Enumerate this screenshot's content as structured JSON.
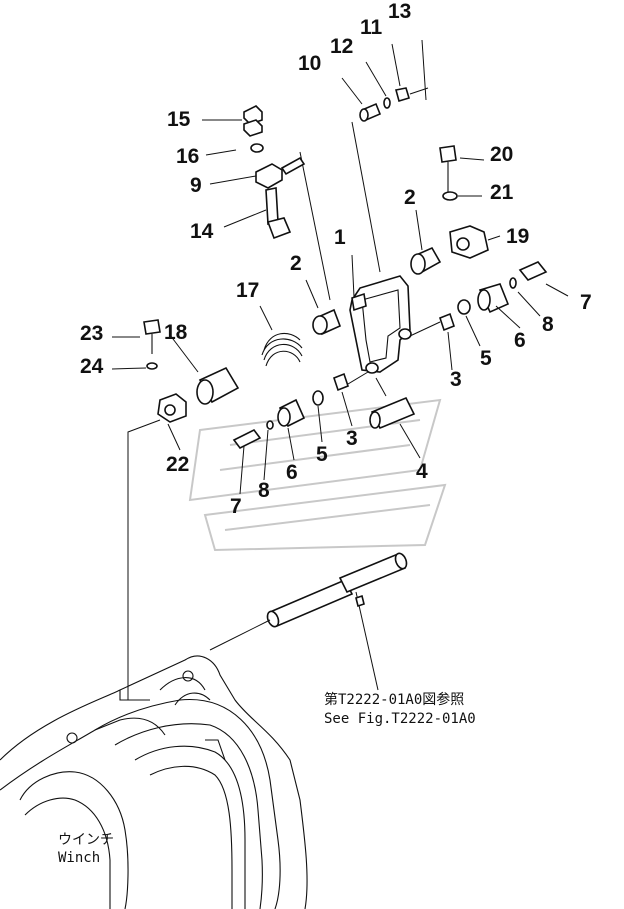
{
  "callouts": [
    "13",
    "11",
    "12",
    "10",
    "15",
    "16",
    "9",
    "14",
    "20",
    "21",
    "2",
    "1",
    "19",
    "2",
    "17",
    "7",
    "8",
    "6",
    "5",
    "23",
    "18",
    "24",
    "3",
    "5",
    "3",
    "4",
    "22",
    "6",
    "7",
    "8"
  ],
  "reference": {
    "line_jp": "第T2222-01A0図参照",
    "line_en": "See Fig.T2222-01A0"
  },
  "winch_label": {
    "jp": "ウインチ",
    "en": "Winch"
  }
}
